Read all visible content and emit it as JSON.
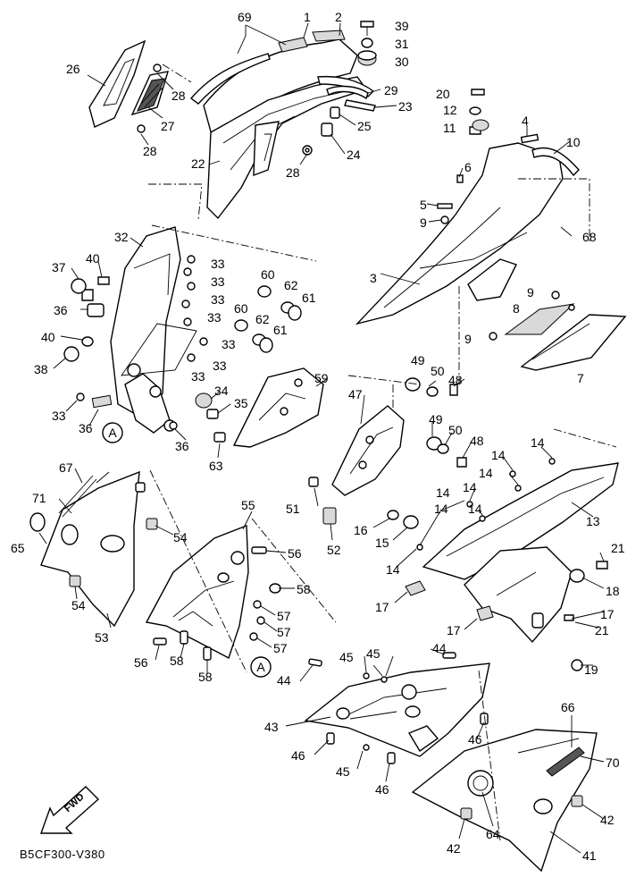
{
  "diagram_code": "B5CF300-V380",
  "fwd_label": "FWD",
  "circle_ref": "A",
  "callouts": [
    {
      "id": "c69",
      "text": "69"
    },
    {
      "id": "c1",
      "text": "1"
    },
    {
      "id": "c2",
      "text": "2"
    },
    {
      "id": "c39",
      "text": "39"
    },
    {
      "id": "c31",
      "text": "31"
    },
    {
      "id": "c30",
      "text": "30"
    },
    {
      "id": "c26",
      "text": "26"
    },
    {
      "id": "c28a",
      "text": "28"
    },
    {
      "id": "c27",
      "text": "27"
    },
    {
      "id": "c28b",
      "text": "28"
    },
    {
      "id": "c29",
      "text": "29"
    },
    {
      "id": "c23",
      "text": "23"
    },
    {
      "id": "c25",
      "text": "25"
    },
    {
      "id": "c24",
      "text": "24"
    },
    {
      "id": "c22",
      "text": "22"
    },
    {
      "id": "c28c",
      "text": "28"
    },
    {
      "id": "c20",
      "text": "20"
    },
    {
      "id": "c12",
      "text": "12"
    },
    {
      "id": "c11",
      "text": "11"
    },
    {
      "id": "c4",
      "text": "4"
    },
    {
      "id": "c10",
      "text": "10"
    },
    {
      "id": "c6",
      "text": "6"
    },
    {
      "id": "c5",
      "text": "5"
    },
    {
      "id": "c9a",
      "text": "9"
    },
    {
      "id": "c68",
      "text": "68"
    },
    {
      "id": "c3",
      "text": "3"
    },
    {
      "id": "c9b",
      "text": "9"
    },
    {
      "id": "c8",
      "text": "8"
    },
    {
      "id": "c9c",
      "text": "9"
    },
    {
      "id": "c7",
      "text": "7"
    },
    {
      "id": "c32",
      "text": "32"
    },
    {
      "id": "c33a",
      "text": "33"
    },
    {
      "id": "c33b",
      "text": "33"
    },
    {
      "id": "c33c",
      "text": "33"
    },
    {
      "id": "c37",
      "text": "37"
    },
    {
      "id": "c40a",
      "text": "40"
    },
    {
      "id": "c33d",
      "text": "33"
    },
    {
      "id": "c36a",
      "text": "36"
    },
    {
      "id": "c33e",
      "text": "33"
    },
    {
      "id": "c40b",
      "text": "40"
    },
    {
      "id": "c33f",
      "text": "33"
    },
    {
      "id": "c38",
      "text": "38"
    },
    {
      "id": "c33g",
      "text": "33"
    },
    {
      "id": "c60a",
      "text": "60"
    },
    {
      "id": "c62a",
      "text": "62"
    },
    {
      "id": "c61a",
      "text": "61"
    },
    {
      "id": "c60b",
      "text": "60"
    },
    {
      "id": "c62b",
      "text": "62"
    },
    {
      "id": "c61b",
      "text": "61"
    },
    {
      "id": "c33h",
      "text": "33"
    },
    {
      "id": "c36b",
      "text": "36"
    },
    {
      "id": "c34",
      "text": "34"
    },
    {
      "id": "c35",
      "text": "35"
    },
    {
      "id": "c59",
      "text": "59"
    },
    {
      "id": "c36c",
      "text": "36"
    },
    {
      "id": "c63",
      "text": "63"
    },
    {
      "id": "c49a",
      "text": "49"
    },
    {
      "id": "c50a",
      "text": "50"
    },
    {
      "id": "c48a",
      "text": "48"
    },
    {
      "id": "c47",
      "text": "47"
    },
    {
      "id": "c49b",
      "text": "49"
    },
    {
      "id": "c50b",
      "text": "50"
    },
    {
      "id": "c48b",
      "text": "48"
    },
    {
      "id": "c14a",
      "text": "14"
    },
    {
      "id": "c14b",
      "text": "14"
    },
    {
      "id": "c14c",
      "text": "14"
    },
    {
      "id": "c14d",
      "text": "14"
    },
    {
      "id": "c14e",
      "text": "14"
    },
    {
      "id": "c14f",
      "text": "14"
    },
    {
      "id": "c13",
      "text": "13"
    },
    {
      "id": "c14g",
      "text": "14"
    },
    {
      "id": "c14h",
      "text": "14"
    },
    {
      "id": "c51",
      "text": "51"
    },
    {
      "id": "c16",
      "text": "16"
    },
    {
      "id": "c15",
      "text": "15"
    },
    {
      "id": "c52",
      "text": "52"
    },
    {
      "id": "c21a",
      "text": "21"
    },
    {
      "id": "c18",
      "text": "18"
    },
    {
      "id": "c17a",
      "text": "17"
    },
    {
      "id": "c17b",
      "text": "17"
    },
    {
      "id": "c17c",
      "text": "17"
    },
    {
      "id": "c21b",
      "text": "21"
    },
    {
      "id": "c19",
      "text": "19"
    },
    {
      "id": "c67",
      "text": "67"
    },
    {
      "id": "c71",
      "text": "71"
    },
    {
      "id": "c65",
      "text": "65"
    },
    {
      "id": "c54a",
      "text": "54"
    },
    {
      "id": "c54b",
      "text": "54"
    },
    {
      "id": "c53",
      "text": "53"
    },
    {
      "id": "c55",
      "text": "55"
    },
    {
      "id": "c56a",
      "text": "56"
    },
    {
      "id": "c58a",
      "text": "58"
    },
    {
      "id": "c57a",
      "text": "57"
    },
    {
      "id": "c57b",
      "text": "57"
    },
    {
      "id": "c57c",
      "text": "57"
    },
    {
      "id": "c56b",
      "text": "56"
    },
    {
      "id": "c58b",
      "text": "58"
    },
    {
      "id": "c58c",
      "text": "58"
    },
    {
      "id": "c44a",
      "text": "44"
    },
    {
      "id": "c45a",
      "text": "45"
    },
    {
      "id": "c45b",
      "text": "45"
    },
    {
      "id": "c44b",
      "text": "44"
    },
    {
      "id": "c43",
      "text": "43"
    },
    {
      "id": "c46a",
      "text": "46"
    },
    {
      "id": "c46b",
      "text": "46"
    },
    {
      "id": "c45c",
      "text": "45"
    },
    {
      "id": "c46c",
      "text": "46"
    },
    {
      "id": "c66",
      "text": "66"
    },
    {
      "id": "c70",
      "text": "70"
    },
    {
      "id": "c64",
      "text": "64"
    },
    {
      "id": "c42a",
      "text": "42"
    },
    {
      "id": "c42b",
      "text": "42"
    },
    {
      "id": "c41",
      "text": "41"
    }
  ]
}
